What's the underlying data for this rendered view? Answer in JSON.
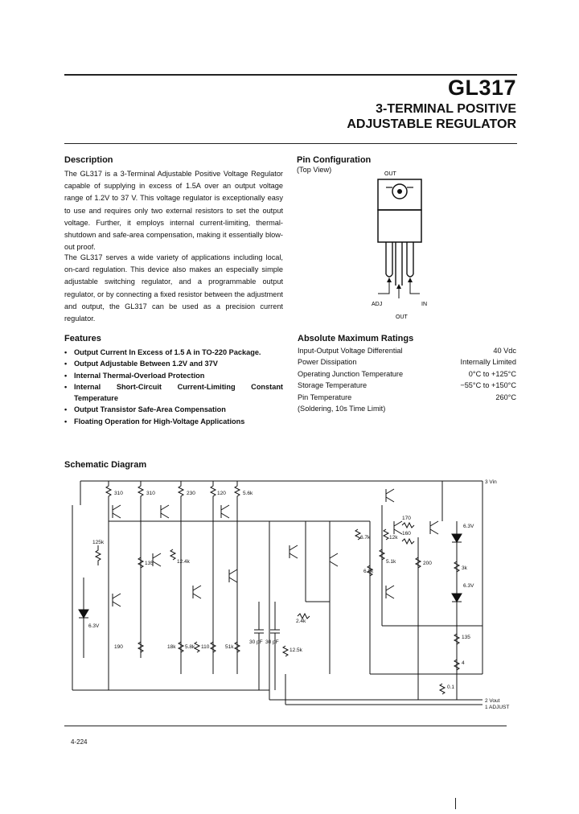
{
  "header": {
    "part_number": "GL317",
    "title_line1": "3-TERMINAL POSITIVE",
    "title_line2": "ADJUSTABLE REGULATOR"
  },
  "description": {
    "heading": "Description",
    "para1": "The GL317 is a 3-Terminal Adjustable Positive Voltage Regulator capable of supplying in excess of 1.5A over an output voltage range of 1.2V to 37 V. This voltage regulator is exceptionally easy to use and requires only two external resistors to set the output voltage. Further, it employs internal current-limiting, thermal-shutdown and safe-area compensation, making it essentially blow-out proof.",
    "para2": "The GL317 serves a wide variety of applications including local, on-card regulation. This device also makes an especially simple adjustable switching regulator, and a programmable output regulator, or by connecting a fixed resistor between the adjustment and output, the GL317 can be used as a precision current regulator."
  },
  "pin_config": {
    "heading": "Pin Configuration",
    "subheading": "(Top View)",
    "label_top": "OUT",
    "label_adj": "ADJ",
    "label_in": "IN",
    "label_out": "OUT"
  },
  "features": {
    "heading": "Features",
    "items": [
      "Output Current In Excess of 1.5 A in TO-220 Package.",
      "Output Adjustable Between 1.2V and 37V",
      "Internal Thermal-Overload Protection",
      "Internal Short-Circuit Current-Limiting Constant Temperature",
      "Output Transistor Safe-Area Compensation",
      "Floating Operation for High-Voltage Applications"
    ]
  },
  "ratings": {
    "heading": "Absolute Maximum Ratings",
    "rows": [
      {
        "label": "Input-Output Voltage Differential",
        "value": "40 Vdc"
      },
      {
        "label": "Power Dissipation",
        "value": "Internally Limited"
      },
      {
        "label": "Operating Junction Temperature",
        "value": "0°C to +125°C"
      },
      {
        "label": "Storage Temperature",
        "value": "−55°C to +150°C"
      },
      {
        "label": "Pin Temperature",
        "value": "260°C"
      },
      {
        "label": "(Soldering, 10s Time Limit)",
        "value": ""
      }
    ]
  },
  "schematic": {
    "heading": "Schematic Diagram",
    "labels": {
      "r310a": "310",
      "r310b": "310",
      "r230": "230",
      "r120": "120",
      "r5_6k": "5.6k",
      "r170": "170",
      "r160": "160",
      "r6_7k": "6.7k",
      "r12k": "12k",
      "r200": "200",
      "r125k": "125k",
      "r135": "135",
      "r12_4k": "12.4k",
      "r6_8k": "6.8k",
      "r5_1k": "5.1k",
      "z6_3a": "6.3V",
      "z6_3b": "6.3V",
      "z6_3c": "6.3V",
      "r3k": "3k",
      "c30a": "30 pF",
      "c30b": "30 pF",
      "r2_4k": "2.4k",
      "r190": "190",
      "r18k": "18k",
      "r5_8k": "5.8k",
      "r110": "110",
      "r51k": "51k",
      "r12_5k": "12.5k",
      "r135b": "135",
      "r4": "4",
      "r0_1": "0.1",
      "vin": "3 Vin",
      "vout": "2 Vout",
      "adjust": "1 ADJUST"
    }
  },
  "footer": {
    "page": "4-224"
  }
}
